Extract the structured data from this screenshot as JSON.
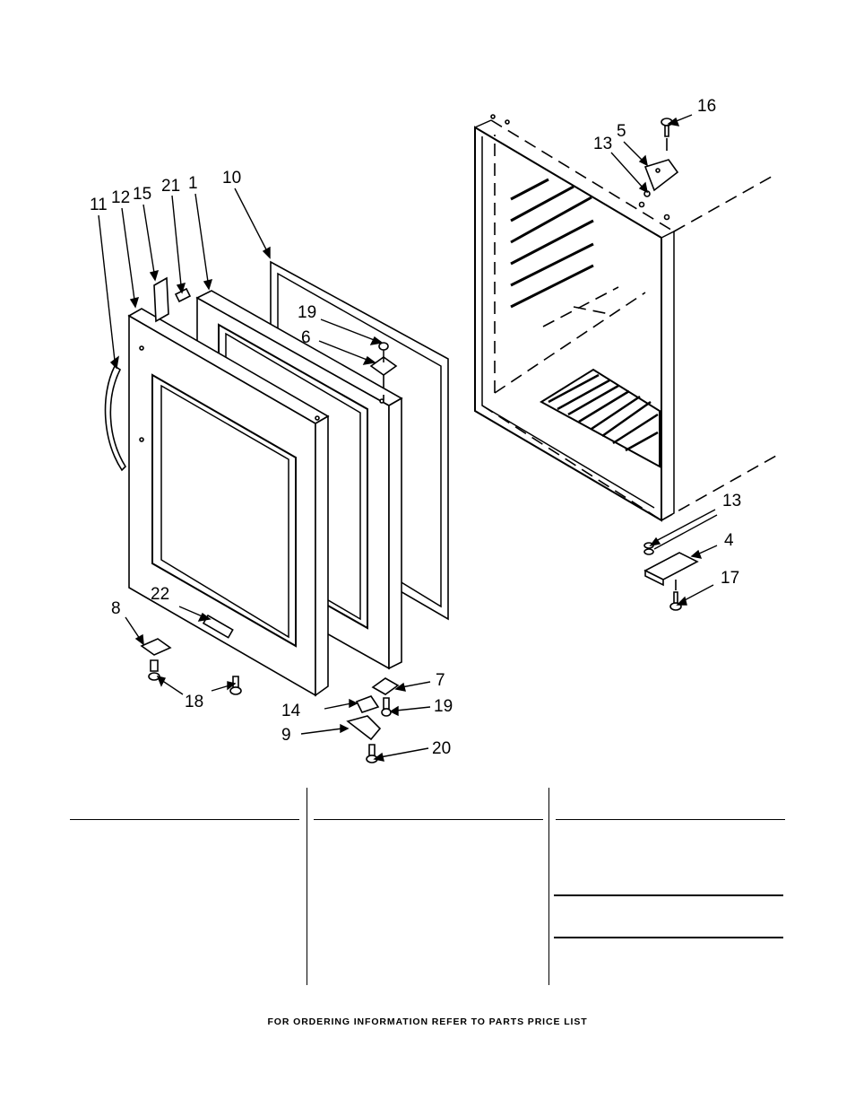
{
  "callouts": {
    "c1": "1",
    "c4": "4",
    "c5": "5",
    "c6": "6",
    "c7": "7",
    "c8": "8",
    "c9": "9",
    "c10": "10",
    "c11": "11",
    "c12": "12",
    "c13a": "13",
    "c13b": "13",
    "c14": "14",
    "c15": "15",
    "c16": "16",
    "c17": "17",
    "c18": "18",
    "c19a": "19",
    "c19b": "19",
    "c20": "20",
    "c21": "21",
    "c22": "22"
  },
  "footer": {
    "text": "FOR ORDERING INFORMATION REFER TO PARTS PRICE LIST"
  }
}
